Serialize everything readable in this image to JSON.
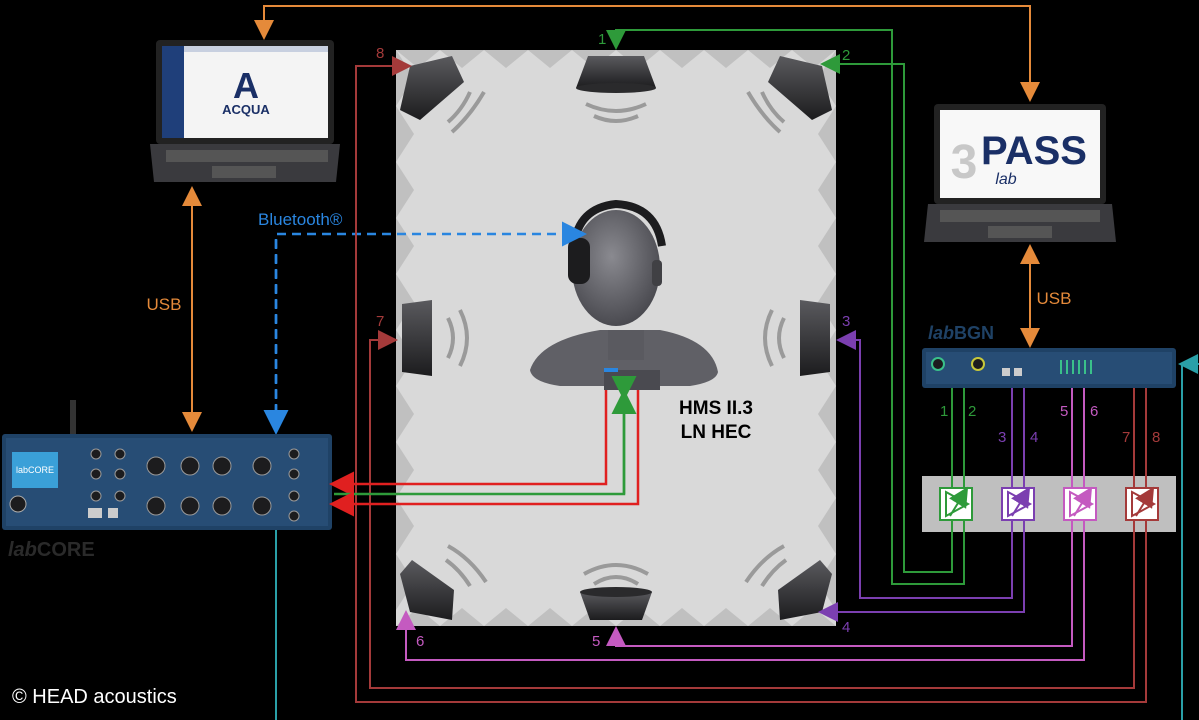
{
  "labels": {
    "usb_left": "USB",
    "usb_right": "USB",
    "bluetooth": "Bluetooth®",
    "dut_line1": "HMS II.3",
    "dut_line2": "LN HEC",
    "labcore_prefix": "lab",
    "labcore_suffix": "CORE",
    "labbgn_prefix": "lab",
    "labbgn_suffix": "BGN",
    "copyright": "© HEAD acoustics"
  },
  "software": {
    "left_logo_text": "ACQUA",
    "right_logo_big": "PASS",
    "right_logo_num": "3",
    "right_logo_small": "lab"
  },
  "devices": {
    "labcore_screen": "labCORE"
  },
  "channels": [
    "1",
    "2",
    "3",
    "4",
    "5",
    "6",
    "7",
    "8"
  ],
  "channel_pairs": [
    "1",
    "2",
    "3",
    "4",
    "5",
    "6",
    "7",
    "8"
  ],
  "colors": {
    "orange": "#e58a3a",
    "green": "#2e9a3a",
    "purple": "#7b3fb0",
    "pink": "#c45ac0",
    "darkred": "#a43a3a",
    "red": "#e02020",
    "blue": "#2a86e0",
    "teal": "#2aa0a8"
  }
}
